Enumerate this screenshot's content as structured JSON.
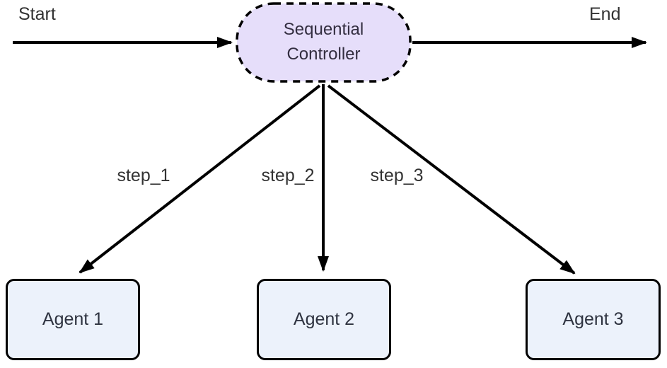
{
  "diagram": {
    "start_label": "Start",
    "end_label": "End",
    "controller": {
      "label": "Sequential Controller"
    },
    "edges": [
      {
        "label": "step_1"
      },
      {
        "label": "step_2"
      },
      {
        "label": "step_3"
      }
    ],
    "agents": [
      {
        "label": "Agent 1"
      },
      {
        "label": "Agent 2"
      },
      {
        "label": "Agent 3"
      }
    ],
    "colors": {
      "controller_fill": "#e6defa",
      "agent_fill": "#ecf2fb",
      "stroke": "#000000",
      "text": "#333333"
    }
  }
}
